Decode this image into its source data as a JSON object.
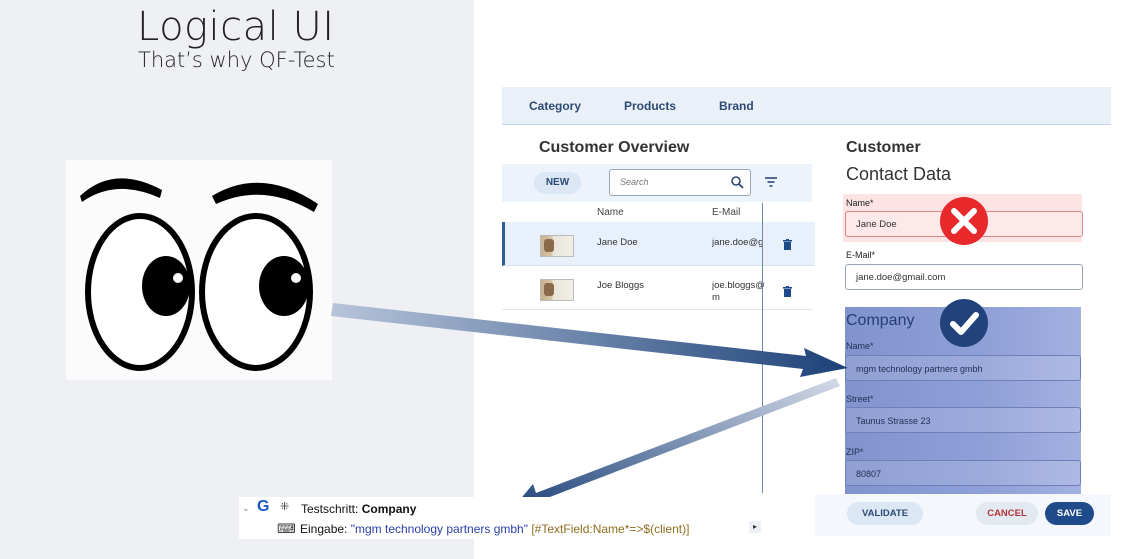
{
  "slide": {
    "title": "Logical UI",
    "subtitle": "That’s why QF-Test"
  },
  "nav": {
    "items": [
      "Category",
      "Products",
      "Brand"
    ]
  },
  "overview": {
    "title": "Customer Overview",
    "new_label": "NEW",
    "search_placeholder": "Search",
    "columns": [
      "Name",
      "E-Mail"
    ],
    "rows": [
      {
        "name": "Jane Doe",
        "email": "jane.doe@g"
      },
      {
        "name": "Joe Bloggs",
        "email": "joe.bloggs@ m"
      }
    ]
  },
  "customer": {
    "title": "Customer",
    "contact_title": "Contact Data",
    "name_label": "Name*",
    "name_value": "Jane Doe",
    "email_label": "E-Mail*",
    "email_value": "jane.doe@gmail.com",
    "company_title": "Company",
    "company_name_label": "Name*",
    "company_name_value": "mgm technology partners gmbh",
    "street_label": "Street*",
    "street_value": "Taunus Strasse 23",
    "zip_label": "ZIP*",
    "zip_value": "80807",
    "validate_label": "VALIDATE",
    "cancel_label": "CANCEL",
    "save_label": "SAVE"
  },
  "testbar": {
    "step_prefix": "Testschritt:",
    "step_name": "Company",
    "input_prefix": "Eingabe:",
    "input_value": "\"mgm technology partners gmbh\"",
    "input_component": "[#TextField:Name*=>$(client)]"
  },
  "colors": {
    "error": "#e8292b",
    "ok": "#22427c",
    "accent": "#2c4a72",
    "company_highlight": "#8a9bd4"
  },
  "icons": [
    "eyes-illustration",
    "error-x-icon",
    "checkmark-icon",
    "search-icon",
    "filter-icon",
    "trash-icon",
    "qf-logo-icon",
    "collapse-icon",
    "keyboard-icon"
  ]
}
